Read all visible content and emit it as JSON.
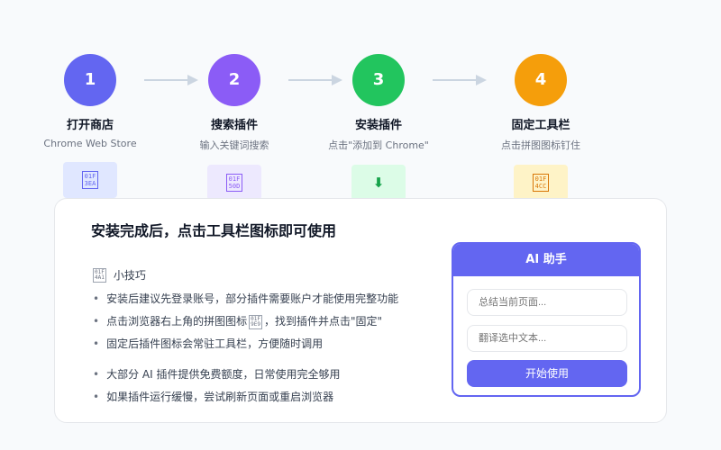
{
  "steps": [
    {
      "number": "1",
      "title": "打开商店",
      "subtitle": "Chrome Web Store",
      "color": "#6366f1",
      "tile_bg": "#e0e7ff",
      "tile_fg": "#6366f1",
      "icon": "shopping-bag-icon",
      "tile_glyph": "01F\n3EA"
    },
    {
      "number": "2",
      "title": "搜索插件",
      "subtitle": "输入关键词搜索",
      "color": "#8b5cf6",
      "tile_bg": "#ede9fe",
      "tile_fg": "#8b5cf6",
      "icon": "magnifier-icon",
      "tile_glyph": "01F\n50D"
    },
    {
      "number": "3",
      "title": "安装插件",
      "subtitle": "点击\"添加到 Chrome\"",
      "color": "#22c55e",
      "tile_bg": "#dcfce7",
      "tile_fg": "#16a34a",
      "icon": "download-icon",
      "tile_glyph": "⬇"
    },
    {
      "number": "4",
      "title": "固定工具栏",
      "subtitle": "点击拼图图标钉住",
      "color": "#f59e0b",
      "tile_bg": "#fef3c7",
      "tile_fg": "#d97706",
      "icon": "pushpin-icon",
      "tile_glyph": "01F\n4CC"
    }
  ],
  "card": {
    "title": "安装完成后，点击工具栏图标即可使用",
    "tips_heading": "小技巧",
    "tips_heading_glyph": "01F\n4A1",
    "tips": [
      {
        "text_before": "安装后建议先登录账号，部分插件需要账户才能使用完整功能",
        "text_after": ""
      },
      {
        "text_before": "点击浏览器右上角的拼图图标",
        "glyph": "01F\n9E9",
        "text_after": "，找到插件并点击\"固定\""
      },
      {
        "text_before": "固定后插件图标会常驻工具栏，方便随时调用",
        "text_after": ""
      },
      {
        "text_before": "大部分 AI 插件提供免费额度，日常使用完全够用",
        "text_after": ""
      },
      {
        "text_before": "如果插件运行缓慢，尝试刷新页面或重启浏览器",
        "text_after": ""
      }
    ]
  },
  "widget": {
    "title": "AI 助手",
    "input1_placeholder": "总结当前页面...",
    "input2_placeholder": "翻译选中文本...",
    "button_label": "开始使用",
    "accent": "#6366f1"
  }
}
